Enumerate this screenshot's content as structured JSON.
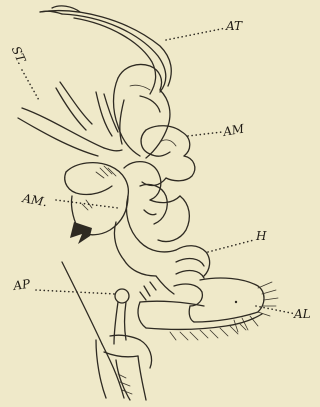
{
  "figure": {
    "background": "#efe9c9",
    "ink": "#2e2a22",
    "labels": {
      "at": "AT",
      "st": "ST.",
      "am_right": "AM",
      "am_left": "AM.",
      "h": "H",
      "ap": "AP",
      "al": "AL"
    }
  }
}
